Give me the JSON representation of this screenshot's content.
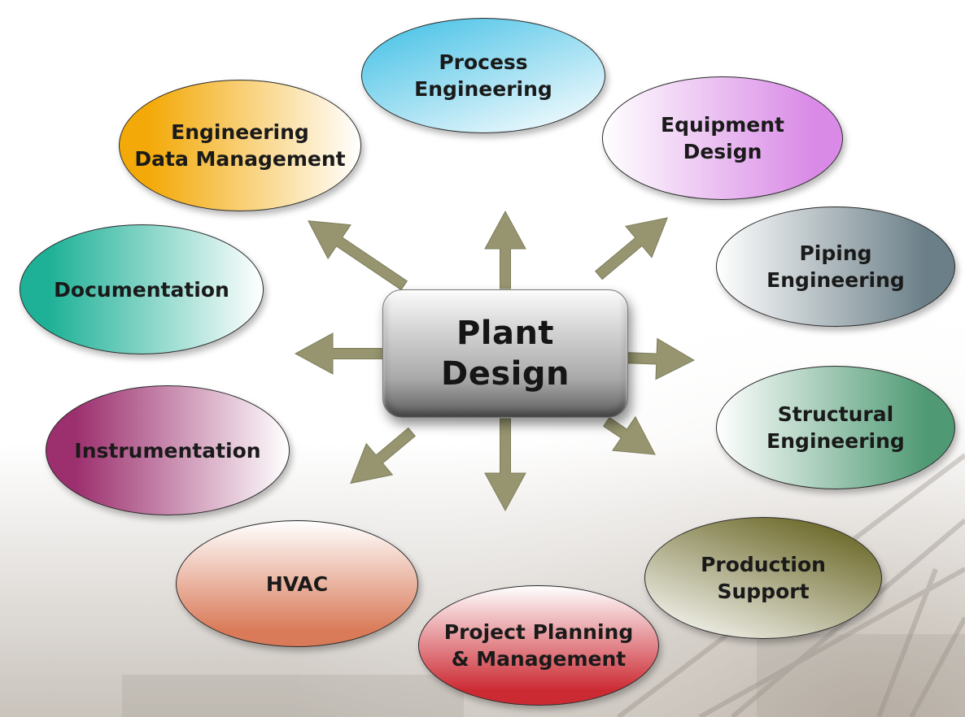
{
  "diagram": {
    "center": {
      "label": "Plant\nDesign"
    },
    "nodes": [
      {
        "id": "process-engineering",
        "label": "Process\nEngineering"
      },
      {
        "id": "equipment-design",
        "label": "Equipment\nDesign"
      },
      {
        "id": "piping-engineering",
        "label": "Piping\nEngineering"
      },
      {
        "id": "structural-engineering",
        "label": "Structural\nEngineering"
      },
      {
        "id": "production-support",
        "label": "Production\nSupport"
      },
      {
        "id": "project-planning",
        "label": "Project Planning\n& Management"
      },
      {
        "id": "hvac",
        "label": "HVAC"
      },
      {
        "id": "instrumentation",
        "label": "Instrumentation"
      },
      {
        "id": "documentation",
        "label": "Documentation"
      },
      {
        "id": "engineering-data-management",
        "label": "Engineering\nData Management"
      }
    ],
    "colors": {
      "arrow": "#96956f",
      "process-engineering": "#55c6e8",
      "equipment-design": "#d98ae6",
      "piping-engineering": "#6b7f88",
      "structural-engineering": "#4f9a74",
      "production-support": "#6e6b2c",
      "project-planning": "#cc2a33",
      "hvac": "#d97a58",
      "instrumentation": "#9c2f6e",
      "documentation": "#1fb197",
      "engineering-data-management": "#f3a908"
    }
  }
}
